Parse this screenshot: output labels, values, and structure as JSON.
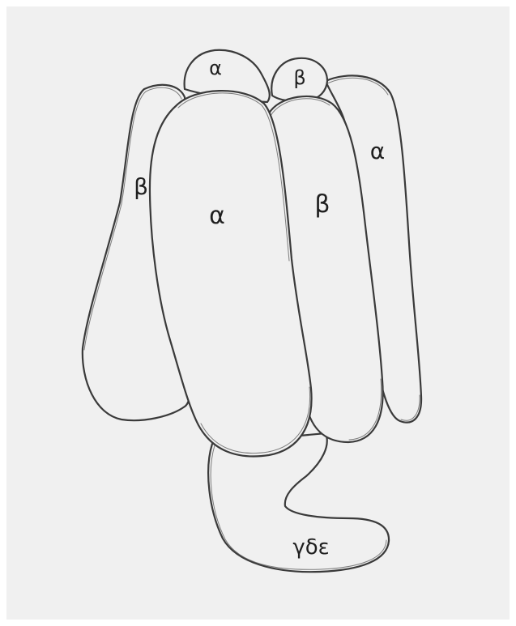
{
  "diagram": {
    "labels": {
      "top_alpha": "α",
      "top_beta": "β",
      "left_beta": "β",
      "center_alpha": "α",
      "center_beta": "β",
      "right_alpha": "α",
      "stalk": "γδε"
    },
    "colors": {
      "paper": "#f0f0f0",
      "pencil": "#3a3a3a"
    }
  }
}
